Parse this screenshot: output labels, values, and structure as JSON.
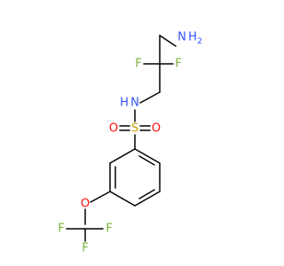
{
  "molecule": {
    "atoms": {
      "amine_n": {
        "label": "N",
        "color": "#3050F8"
      },
      "amine_h2": {
        "label": "H",
        "color": "#3050F8"
      },
      "amine_sub": {
        "label": "2",
        "color": "#3050F8"
      },
      "f_left": {
        "label": "F",
        "color": "#7AB33A"
      },
      "f_right": {
        "label": "F",
        "color": "#7AB33A"
      },
      "sulfonamide_n": {
        "label": "N",
        "color": "#3050F8"
      },
      "sulfonamide_h": {
        "label": "H",
        "color": "#3050F8"
      },
      "sulfur": {
        "label": "S",
        "color": "#C8A000"
      },
      "o_left": {
        "label": "O",
        "color": "#FF0D0D"
      },
      "o_right": {
        "label": "O",
        "color": "#FF0D0D"
      },
      "o_ether": {
        "label": "O",
        "color": "#FF0D0D"
      },
      "f_cf3_left": {
        "label": "F",
        "color": "#7AB33A"
      },
      "f_cf3_right": {
        "label": "F",
        "color": "#7AB33A"
      },
      "f_cf3_bottom": {
        "label": "F",
        "color": "#7AB33A"
      }
    }
  }
}
